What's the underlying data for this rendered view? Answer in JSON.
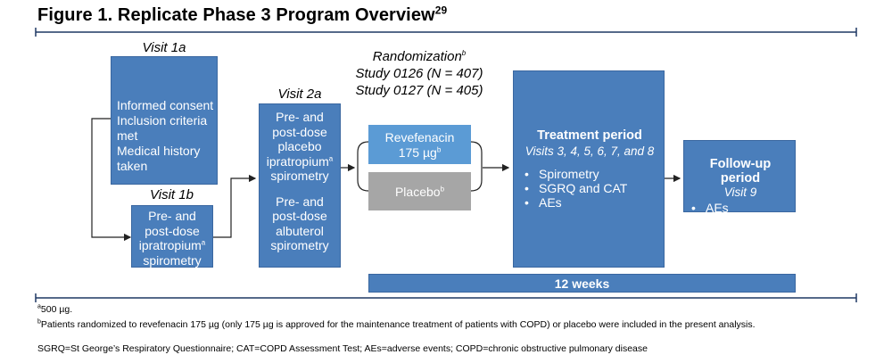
{
  "title": {
    "text": "Figure 1. Replicate Phase 3 Program Overview",
    "ref": "29"
  },
  "visit1a": {
    "label": "Visit 1a",
    "lines": [
      "Informed consent",
      "Inclusion criteria met",
      "Medical history taken"
    ]
  },
  "visit1b": {
    "label": "Visit 1b",
    "line1": "Pre- and",
    "line2": "post-dose",
    "line3": "ipratropium",
    "line3_sup": "a",
    "line4": "spirometry"
  },
  "visit2a": {
    "label": "Visit 2a",
    "l1": "Pre- and",
    "l2": "post-dose",
    "l3": "placebo",
    "l4": "ipratropium",
    "l4_sup": "a",
    "l5": "spirometry",
    "l6": "Pre- and",
    "l7": "post-dose",
    "l8": "albuterol",
    "l9": "spirometry"
  },
  "randomization": {
    "label": "Randomization",
    "sup": "b",
    "study1": "Study 0126 (N = 407)",
    "study2": "Study 0127 (N = 405)"
  },
  "revefenacin": {
    "line1": "Revefenacin",
    "line2": "175 µg",
    "sup": "b"
  },
  "placebo": {
    "text": "Placebo",
    "sup": "b"
  },
  "treatment": {
    "title": "Treatment period",
    "visits": "Visits 3, 4, 5, 6, 7, and 8",
    "bullets": [
      "Spirometry",
      "SGRQ and CAT",
      "AEs"
    ]
  },
  "followup": {
    "title": "Follow-up period",
    "visit": "Visit 9",
    "bullets": [
      "AEs"
    ]
  },
  "weeks": "12 weeks",
  "footnotes": {
    "a_mark": "a",
    "a_text": "500 µg.",
    "b_mark": "b",
    "b_text": "Patients randomized to revefenacin 175 µg (only 175 µg is approved for the maintenance treatment of patients with COPD) or placebo were included in the present analysis.",
    "abbrev": "SGRQ=St George’s Respiratory Questionnaire; CAT=COPD Assessment Test; AEs=adverse events; COPD=chronic obstructive pulmonary disease"
  },
  "colors": {
    "box_blue": "#4a7ebb",
    "light_blue": "#5b9bd5",
    "placebo_gray": "#a6a6a6",
    "rule_navy": "#1f3864"
  }
}
